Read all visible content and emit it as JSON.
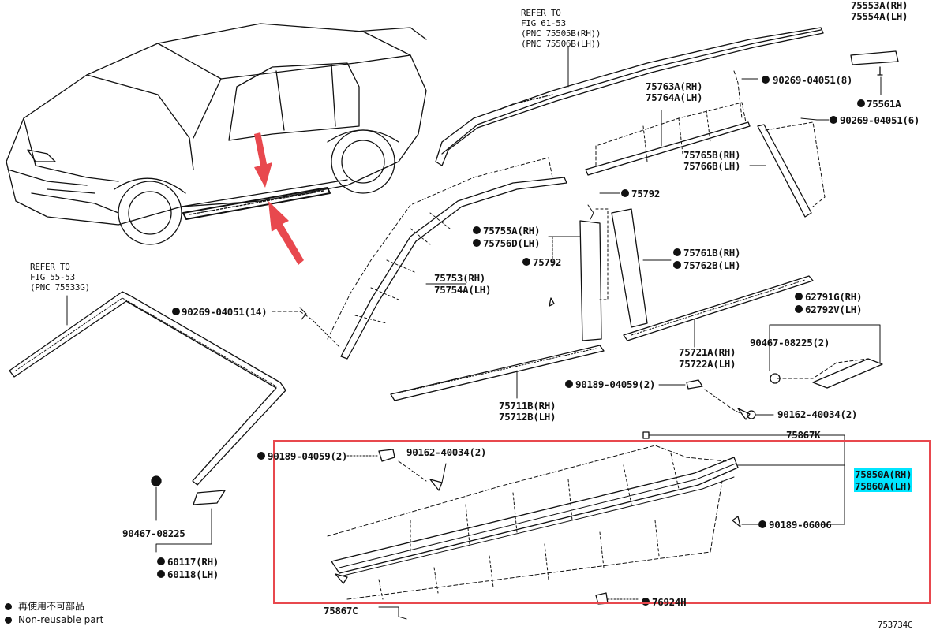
{
  "callouts": {
    "refer_top": [
      "REFER TO",
      "FIG 61-53",
      "(PNC 75505B(RH))",
      "(PNC 75506B(LH))"
    ],
    "refer_left": [
      "REFER TO",
      "FIG 55-53",
      "(PNC 75533G)"
    ],
    "p75553": [
      "75553A(RH)",
      "75554A(LH)"
    ],
    "p90269_8": "90269-04051(8)",
    "p75561": "75561A",
    "p90269_6": "90269-04051(6)",
    "p75763": [
      "75763A(RH)",
      "75764A(LH)"
    ],
    "p75765": [
      "75765B(RH)",
      "75766B(LH)"
    ],
    "p75792_a": "75792",
    "p75792_b": "75792",
    "p75755": [
      "75755A(RH)",
      "75756D(LH)"
    ],
    "p75761": [
      "75761B(RH)",
      "75762B(LH)"
    ],
    "p90269_14": "90269-04051(14)",
    "p75753": [
      "75753(RH)",
      "75754A(LH)"
    ],
    "p62791": [
      "62791G(RH)",
      "62792V(LH)"
    ],
    "p90467_2": "90467-08225(2)",
    "p75721": [
      "75721A(RH)",
      "75722A(LH)"
    ],
    "p90189_2_top": "90189-04059(2)",
    "p75711": [
      "75711B(RH)",
      "75712B(LH)"
    ],
    "p90162_top": "90162-40034(2)",
    "p75867k": "75867K",
    "p90189_2_left": "90189-04059(2)",
    "p90162_box": "90162-40034(2)",
    "p75850": [
      "75850A(RH)",
      "75860A(LH)"
    ],
    "p90189_06006": "90189-06006",
    "p90467_8225": "90467-08225",
    "p60117": [
      "60117(RH)",
      "60118(LH)"
    ],
    "p75867c": "75867C",
    "p76924h": "76924H",
    "diagram_code": "753734C"
  },
  "legend": {
    "line1": "再使用不可部品",
    "line2": "Non-reusable part"
  },
  "colors": {
    "highlight": "#00e5ff",
    "annotation_red": "#e8484e",
    "ink": "#111111"
  }
}
